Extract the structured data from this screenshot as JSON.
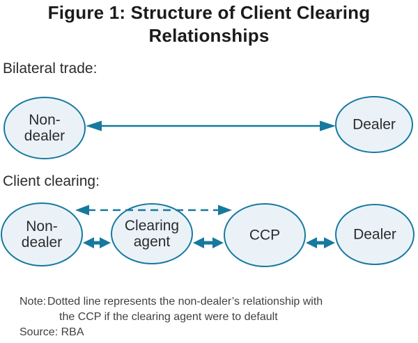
{
  "colors": {
    "accent": "#17799e",
    "node_fill": "#eaf2f8",
    "title_text": "#1b1b1b",
    "body_text": "#2b2b2b",
    "note_text": "#404040"
  },
  "title": {
    "line1": "Figure 1: Structure of Client Clearing",
    "line2": "Relationships"
  },
  "sections": {
    "bilateral": {
      "heading": "Bilateral trade:",
      "nodes": [
        {
          "id": "non-dealer",
          "label": "Non-\ndealer"
        },
        {
          "id": "dealer",
          "label": "Dealer"
        }
      ],
      "connections": [
        {
          "from": "non-dealer",
          "to": "dealer",
          "style": "solid-double-arrow"
        }
      ]
    },
    "client_clearing": {
      "heading": "Client clearing:",
      "nodes": [
        {
          "id": "non-dealer",
          "label": "Non-\ndealer"
        },
        {
          "id": "clearing-agent",
          "label": "Clearing\nagent"
        },
        {
          "id": "ccp",
          "label": "CCP"
        },
        {
          "id": "dealer",
          "label": "Dealer"
        }
      ],
      "connections": [
        {
          "from": "non-dealer",
          "to": "clearing-agent",
          "style": "solid-double-arrow"
        },
        {
          "from": "clearing-agent",
          "to": "ccp",
          "style": "solid-double-arrow"
        },
        {
          "from": "ccp",
          "to": "dealer",
          "style": "solid-double-arrow"
        },
        {
          "from": "non-dealer",
          "to": "ccp",
          "style": "dashed-double-arrow"
        }
      ]
    }
  },
  "footer": {
    "note_label": "Note:",
    "note_line1": "Dotted line represents the non-dealer’s relationship with",
    "note_line2": "the CCP if the clearing agent were to default",
    "source": "Source: RBA"
  }
}
